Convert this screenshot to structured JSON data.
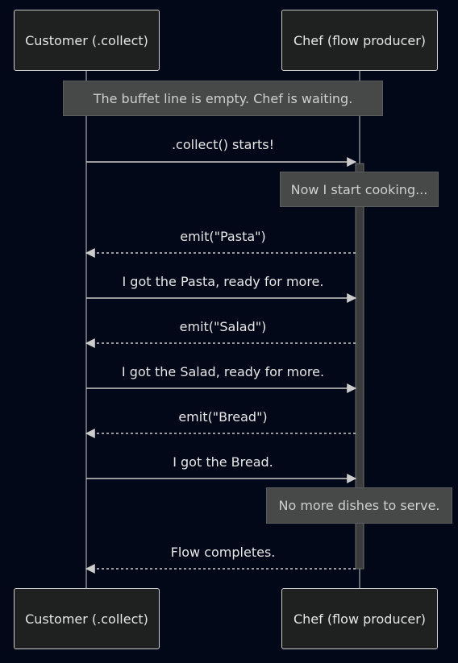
{
  "participants": {
    "customer": "Customer (.collect)",
    "chef": "Chef (flow producer)"
  },
  "notes": {
    "waiting": "The buffet line is empty. Chef is waiting.",
    "cooking": "Now I start cooking...",
    "done": "No more dishes to serve."
  },
  "messages": [
    {
      "from": "customer",
      "to": "chef",
      "label": ".collect() starts!",
      "style": "solid"
    },
    {
      "from": "chef",
      "to": "customer",
      "label": "emit(\"Pasta\")",
      "style": "dotted"
    },
    {
      "from": "customer",
      "to": "chef",
      "label": "I got the Pasta, ready for more.",
      "style": "solid"
    },
    {
      "from": "chef",
      "to": "customer",
      "label": "emit(\"Salad\")",
      "style": "dotted"
    },
    {
      "from": "customer",
      "to": "chef",
      "label": "I got the Salad, ready for more.",
      "style": "solid"
    },
    {
      "from": "chef",
      "to": "customer",
      "label": "emit(\"Bread\")",
      "style": "dotted"
    },
    {
      "from": "customer",
      "to": "chef",
      "label": "I got the Bread.",
      "style": "solid"
    },
    {
      "from": "chef",
      "to": "customer",
      "label": "Flow completes.",
      "style": "dotted"
    }
  ],
  "colors": {
    "background": "#020817",
    "line": "#cccccc",
    "actor_fill": "#1f2020",
    "note_fill": "#474949",
    "activation_fill": "#3b3d3d"
  }
}
